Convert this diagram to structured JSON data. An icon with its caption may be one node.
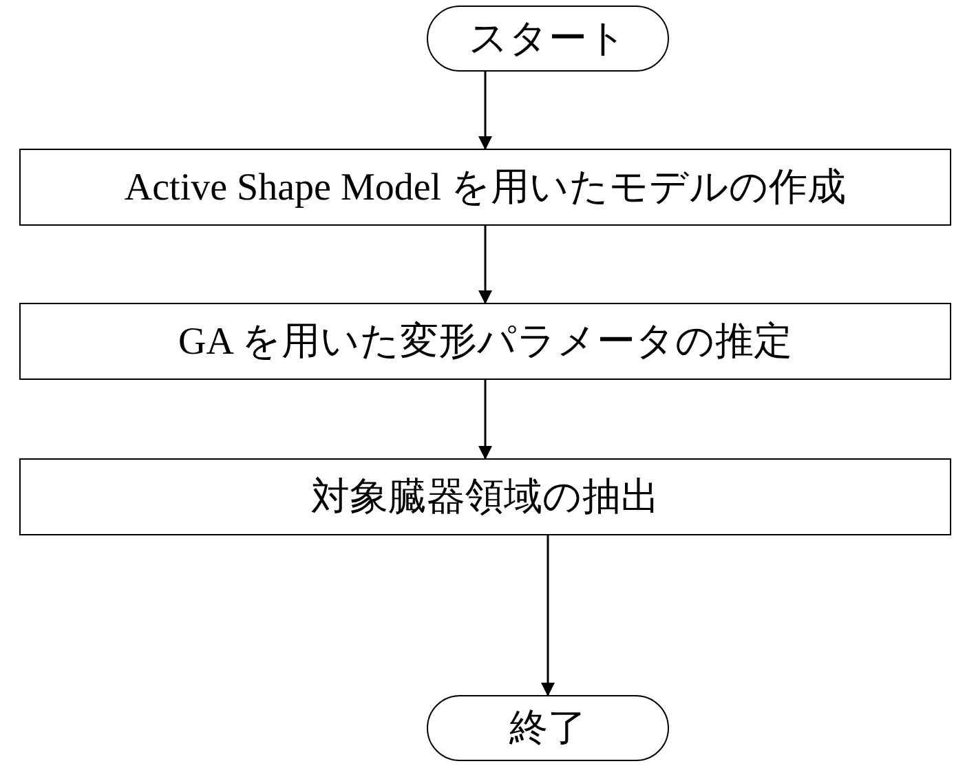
{
  "diagram": {
    "nodes": [
      {
        "text": [
          "スタート"
        ]
      },
      {
        "text": [
          "Active Shape Model を用いたモデルの作成"
        ]
      },
      {
        "text": [
          "GA を用いた変形パラメータの推定"
        ]
      },
      {
        "text": [
          "対象臓器領域の抽出"
        ]
      },
      {
        "text": [
          "終了"
        ]
      }
    ],
    "edges": [
      {
        "from": 0,
        "to": 1,
        "arrow": "to"
      },
      {
        "from": 1,
        "to": 2,
        "arrow": "to"
      },
      {
        "from": 2,
        "to": 3,
        "arrow": "to"
      },
      {
        "from": 3,
        "to": 4,
        "arrow": "to"
      }
    ]
  }
}
